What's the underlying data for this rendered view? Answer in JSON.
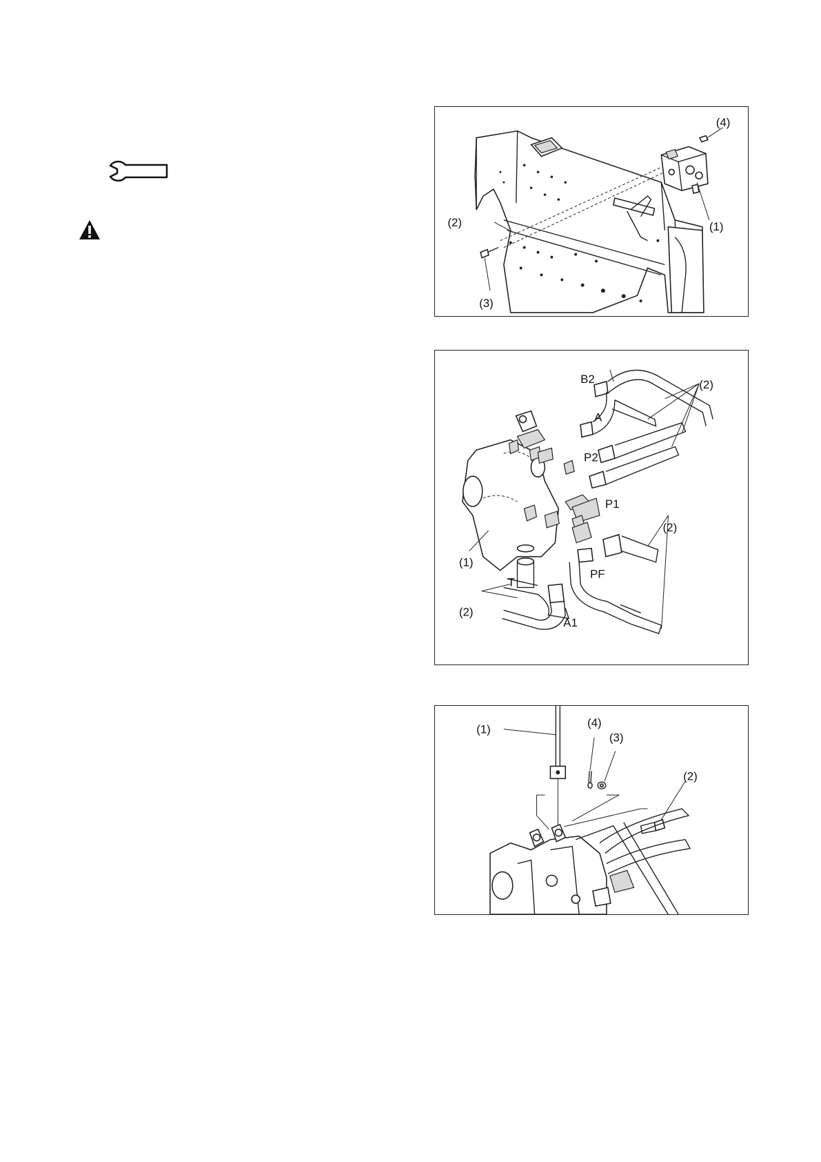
{
  "icons": {
    "wrench": "wrench-icon",
    "warning": "warning-triangle-icon"
  },
  "figure1": {
    "c4": "(4)",
    "c2": "(2)",
    "c1": "(1)",
    "c3": "(3)"
  },
  "figure2": {
    "c2_top": "(2)",
    "b2": "B2",
    "a": "A",
    "p2": "P2",
    "p1": "P1",
    "c2_right": "(2)",
    "c1": "(1)",
    "t": "T",
    "pf": "PF",
    "c2_bottom": "(2)",
    "a1": "A1"
  },
  "figure3": {
    "c1": "(1)",
    "c4": "(4)",
    "c3": "(3)",
    "c2": "(2)"
  }
}
